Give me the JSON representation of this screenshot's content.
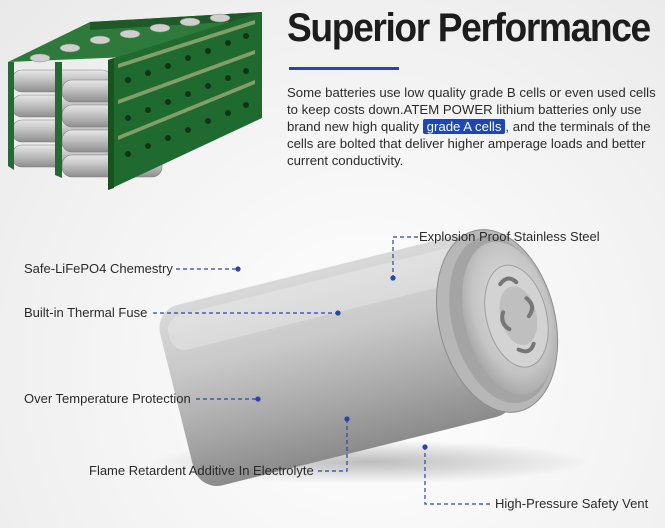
{
  "header": {
    "title": "Superior Performance"
  },
  "description": {
    "part1": "Some batteries use low quality grade B cells or even used cells to keep costs down.ATEM POWER lithium batteries only use brand new high quality ",
    "highlight": "grade A cells",
    "part2": ", and the terminals of the cells are bolted that deliver higher amperage loads and better current conductivity."
  },
  "callouts": {
    "explosion_proof": "Explosion Proof Stainless Steel",
    "chemistry": "Safe-LiFePO4 Chemestry",
    "thermal_fuse": "Built-in Thermal Fuse",
    "over_temp": "Over Temperature Protection",
    "flame_retardent": "Flame Retardent Additive In Electrolyte",
    "safety_vent": "High-Pressure Safety Vent"
  },
  "colors": {
    "accent": "#1d47b8",
    "leader_line": "#2a44a8",
    "pcb_green": "#1f6b2f"
  }
}
